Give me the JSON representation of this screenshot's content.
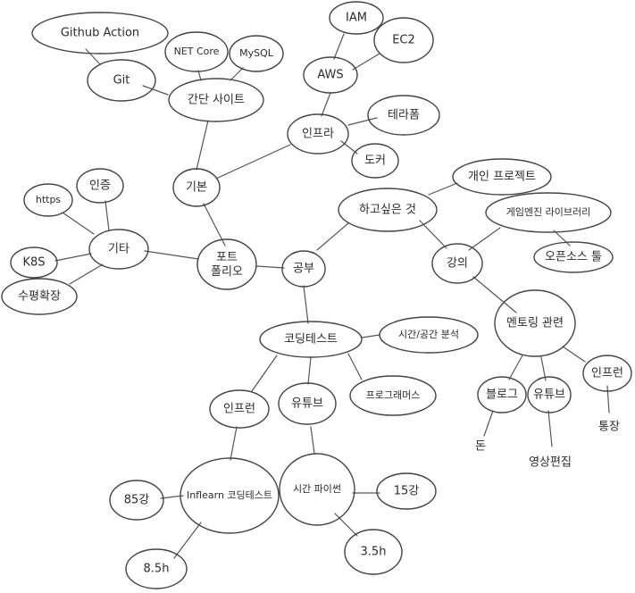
{
  "diagram": {
    "nodes": {
      "center": "공부",
      "portfolio": "포트\n폴리오",
      "basic": "기본",
      "simple_site": "간단 사이트",
      "git": "Git",
      "github_action": "Github Action",
      "net_core": "NET Core",
      "mysql": "MySQL",
      "infra": "인프라",
      "aws": "AWS",
      "iam": "IAM",
      "ec2": "EC2",
      "terraform": "테라폼",
      "docker": "도커",
      "etc": "기타",
      "https": "https",
      "auth": "인증",
      "k8s": "K8S",
      "horizontal_scaling": "수평확장",
      "want": "하고싶은 것",
      "personal_project": "개인 프로젝트",
      "game_library": "게임엔진 라이브러리",
      "opensource": "오픈소스 툴",
      "lecture": "강의",
      "mentoring": "멘토링 관련",
      "blog": "블로그",
      "youtube_m": "유튜브",
      "inflearn_m": "인프런",
      "money": "돈",
      "video_edit": "영상편집",
      "pay": "통장",
      "coding_test": "코딩테스트",
      "algorithm": "시간/공간 분석",
      "programmers": "프로그래머스",
      "inflearn": "인프런",
      "youtube": "유튜브",
      "inflearn_course": "Inflearn 코딩테스트",
      "time_python": "시간 파이썬",
      "count_85": "85강",
      "hours_85": "8.5h",
      "count_15": "15강",
      "hours_35": "3.5h"
    }
  }
}
